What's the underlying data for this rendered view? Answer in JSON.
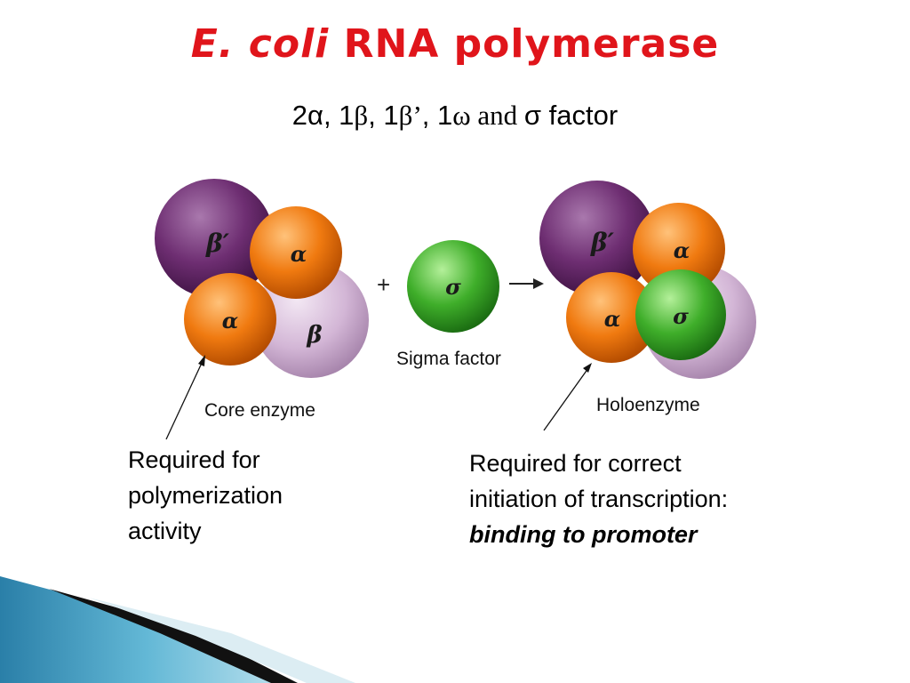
{
  "slide": {
    "title_italic": "E. coli",
    "title_rest": " RNA polymerase",
    "subtitle": {
      "p1": "2α, 1",
      "beta1": "β",
      "p2": ", 1",
      "beta2": "β’",
      "p3": ", 1",
      "omega": "ω",
      "and_word": " and ",
      "p4": "σ factor"
    }
  },
  "diagram": {
    "core": {
      "beta_prime": "β′",
      "alpha_top": "α",
      "alpha_bottom": "α",
      "beta": "β",
      "label": "Core enzyme"
    },
    "plus": "+",
    "sigma": {
      "glyph": "σ",
      "label": "Sigma factor"
    },
    "holo": {
      "beta_prime": "β′",
      "alpha_top": "α",
      "alpha_bottom": "α",
      "sigma": "σ",
      "label": "Holoenzyme"
    },
    "colors": {
      "purple": "#6a2a6e",
      "light_purple": "#c9a8cc",
      "orange": "#f07a10",
      "green": "#3fae2a",
      "title_red": "#e0151b"
    }
  },
  "notes": {
    "left": {
      "line1": "Required for",
      "line2": "polymerization",
      "line3": "activity"
    },
    "right": {
      "line1": "Required for correct",
      "line2": "initiation of transcription:",
      "line3": "binding to promoter"
    }
  }
}
